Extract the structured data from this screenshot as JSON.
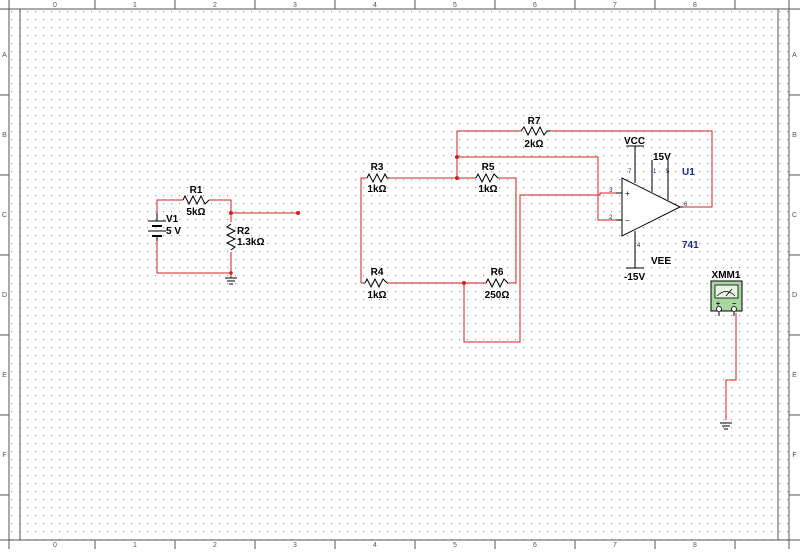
{
  "ruler": {
    "columns": [
      "0",
      "1",
      "2",
      "3",
      "4",
      "5",
      "6",
      "7",
      "8"
    ],
    "rows": [
      "A",
      "B",
      "C",
      "D",
      "E",
      "F"
    ]
  },
  "colors": {
    "wire": "#cc2222",
    "component": "#000000",
    "grid_dot": "#9a9a9a",
    "part_label": "#1a2a8a"
  },
  "components": {
    "r1": {
      "ref": "R1",
      "value": "5kΩ"
    },
    "r2": {
      "ref": "R2",
      "value": "1.3kΩ"
    },
    "v1": {
      "ref": "V1",
      "value": "5 V"
    },
    "r3": {
      "ref": "R3",
      "value": "1kΩ"
    },
    "r4": {
      "ref": "R4",
      "value": "1kΩ"
    },
    "r5": {
      "ref": "R5",
      "value": "1kΩ"
    },
    "r6": {
      "ref": "R6",
      "value": "250Ω"
    },
    "r7": {
      "ref": "R7",
      "value": "2kΩ"
    },
    "u1": {
      "ref": "U1",
      "model": "741",
      "vcc": "VCC",
      "vcc_value": "15V",
      "vee": "VEE",
      "vee_value": "-15V",
      "pins": {
        "p7": "7",
        "p1": "1",
        "p5": "5",
        "p3": "3",
        "p2": "2",
        "p4": "4",
        "p6": "6"
      },
      "plus": "+",
      "minus": "−"
    },
    "xmm1": {
      "ref": "XMM1",
      "plus": "+",
      "minus": "−"
    }
  }
}
